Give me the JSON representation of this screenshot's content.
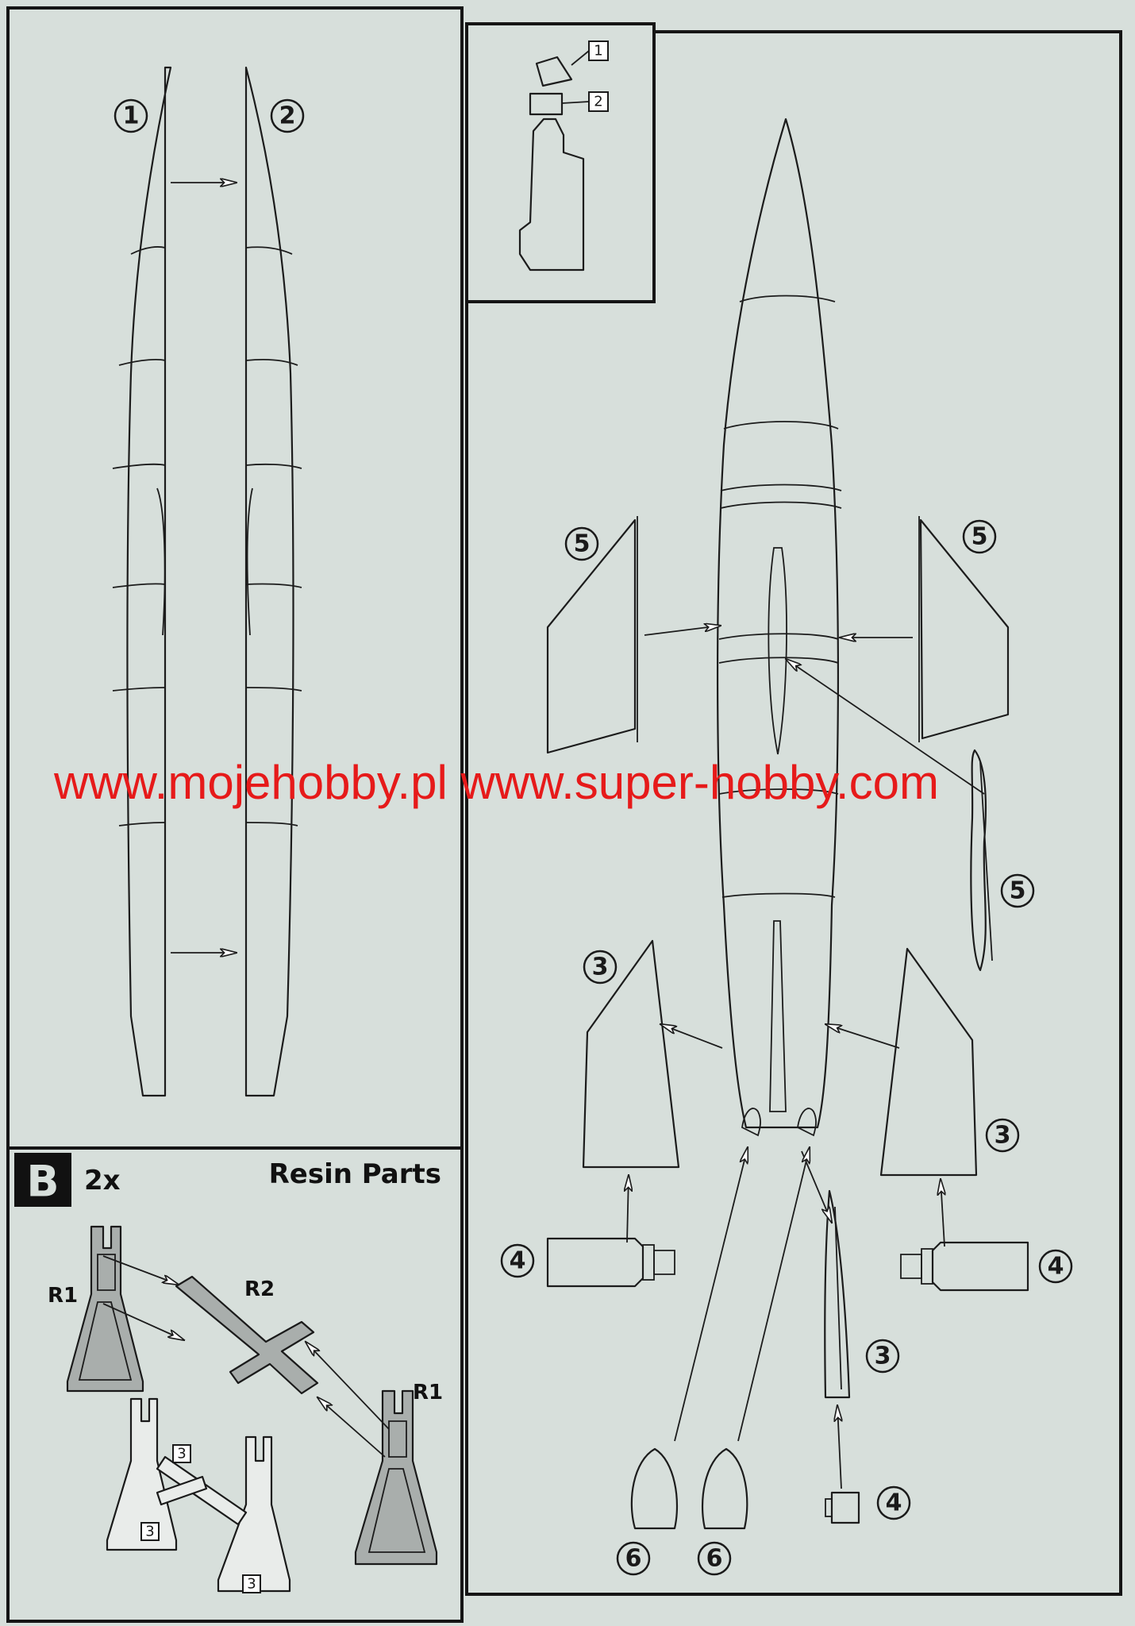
{
  "step_b": {
    "letter": "B",
    "quantity": "2x",
    "title": "Resin Parts"
  },
  "resin_labels": {
    "r1_left": "R1",
    "r2": "R2",
    "r1_right": "R1",
    "part3": "3"
  },
  "callouts": {
    "one": "1",
    "two": "2",
    "three": "3",
    "four": "4",
    "five": "5",
    "six": "6"
  },
  "inset_labels": {
    "one": "1",
    "two": "2"
  },
  "watermark": "www.mojehobby.pl www.super-hobby.com",
  "colors": {
    "background": "#d7dfdb",
    "line": "#1c1c1c",
    "watermark": "#e61a1a",
    "resin": "#a9aeac"
  }
}
